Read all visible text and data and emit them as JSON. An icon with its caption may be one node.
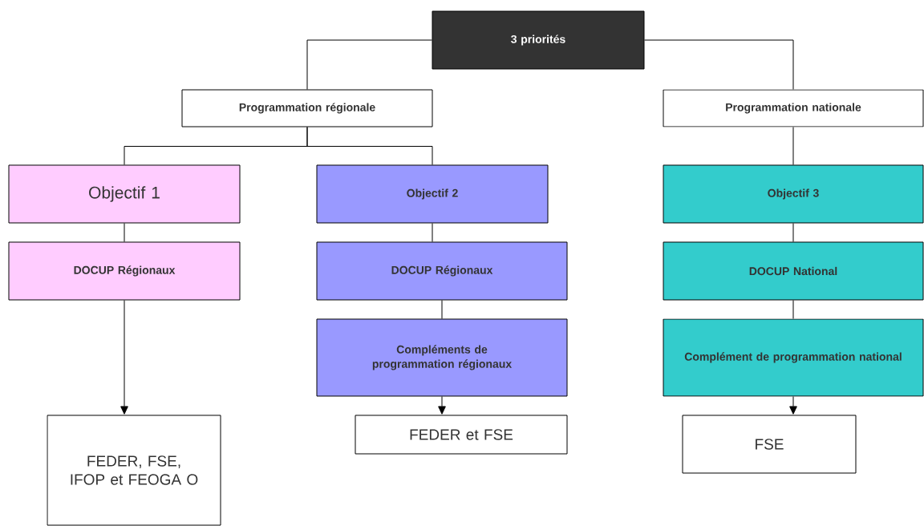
{
  "diagram": {
    "nodes": [
      {
        "text": [
          "3 priorités"
        ]
      },
      {
        "text": [
          "Programmation régionale"
        ]
      },
      {
        "text": [
          "Programmation nationale"
        ]
      },
      {
        "text": [
          "Objectif 1"
        ]
      },
      {
        "text": [
          "Objectif 2"
        ]
      },
      {
        "text": [
          "Objectif 3"
        ]
      },
      {
        "text": [
          "DOCUP Régionaux"
        ]
      },
      {
        "text": [
          "DOCUP Régionaux"
        ]
      },
      {
        "text": [
          "DOCUP National"
        ]
      },
      {
        "text": [
          "Compléments de programmation régionaux"
        ]
      },
      {
        "text": [
          "Complément de programmation national"
        ]
      },
      {
        "text": [
          "FEDER, FSE, IFOP et FEOGA O"
        ]
      },
      {
        "text": [
          "FEDER et FSE"
        ]
      },
      {
        "text": [
          "FSE"
        ]
      }
    ],
    "edges": [
      {
        "from": 0,
        "to": 1,
        "arrow": "none"
      },
      {
        "from": 0,
        "to": 2,
        "arrow": "none"
      },
      {
        "from": 1,
        "to": 3,
        "arrow": "none"
      },
      {
        "from": 1,
        "to": 4,
        "arrow": "none"
      },
      {
        "from": 2,
        "to": 5,
        "arrow": "none"
      },
      {
        "from": 3,
        "to": 6,
        "arrow": "none"
      },
      {
        "from": 4,
        "to": 7,
        "arrow": "none"
      },
      {
        "from": 5,
        "to": 8,
        "arrow": "none"
      },
      {
        "from": 7,
        "to": 9,
        "arrow": "none"
      },
      {
        "from": 8,
        "to": 10,
        "arrow": "none"
      },
      {
        "from": 6,
        "to": 11,
        "arrow": "to"
      },
      {
        "from": 9,
        "to": 12,
        "arrow": "to"
      },
      {
        "from": 10,
        "to": 13,
        "arrow": "to"
      }
    ]
  }
}
